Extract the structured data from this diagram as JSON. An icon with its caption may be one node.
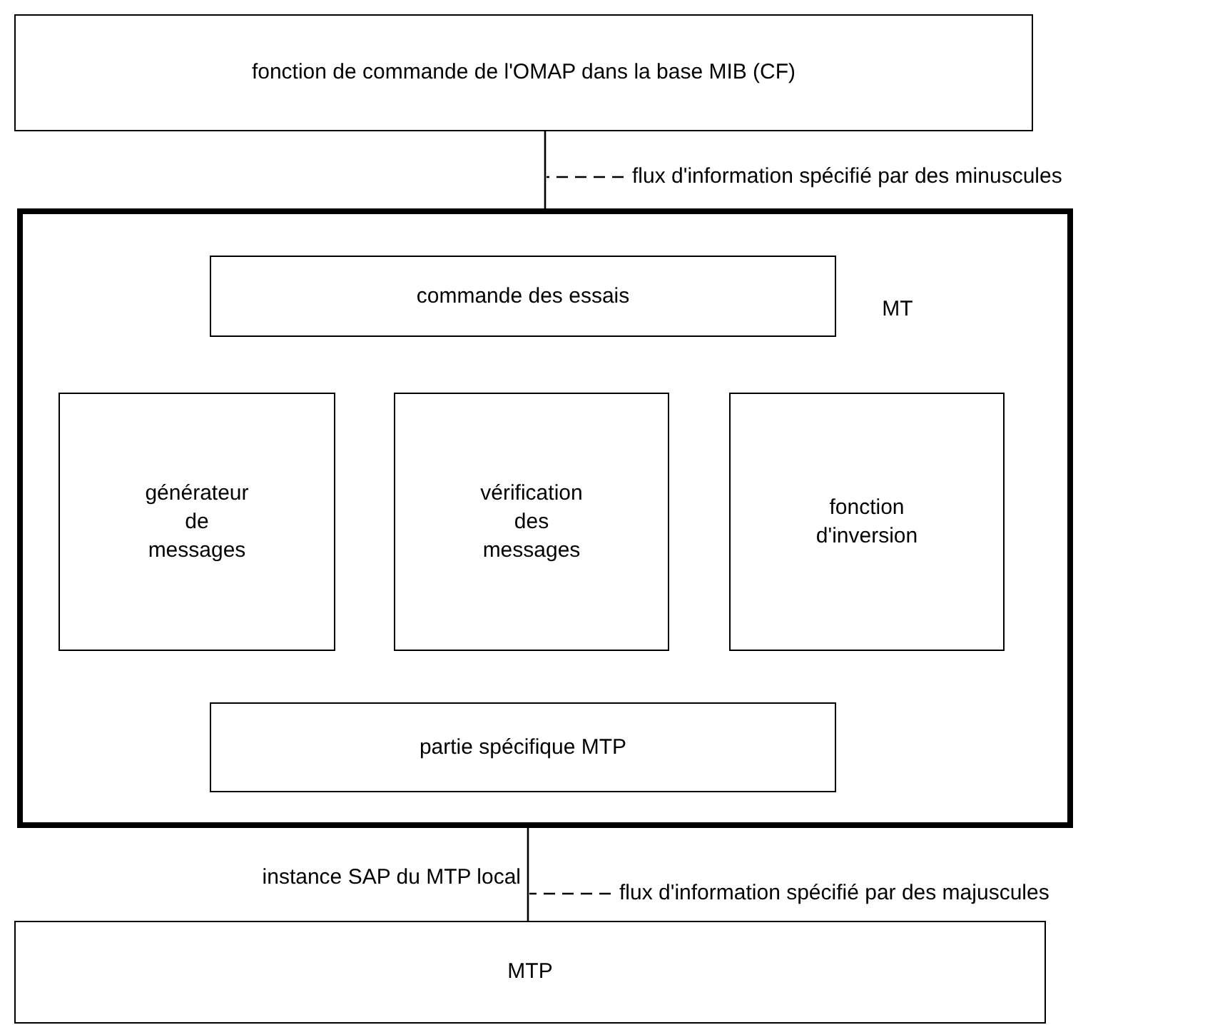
{
  "diagram": {
    "nodes": [
      {
        "text": [
          "fonction de commande de l'OMAP dans la base MIB (CF)"
        ]
      },
      {
        "text": [
          "MT"
        ]
      },
      {
        "text": [
          "commande des essais"
        ],
        "in": 1
      },
      {
        "text": [
          "générateur de messages"
        ],
        "in": 1
      },
      {
        "text": [
          "vérification des messages"
        ],
        "in": 1
      },
      {
        "text": [
          "fonction d'inversion"
        ],
        "in": 1
      },
      {
        "text": [
          "partie spécifique MTP"
        ],
        "in": 1
      },
      {
        "text": [
          "MTP"
        ]
      },
      {
        "text": [
          "flux d'information spécifié par des minuscules"
        ]
      },
      {
        "text": [
          "flux d'information spécifié par des majuscules"
        ]
      }
    ],
    "edges": [
      {
        "from": 0,
        "to": 1,
        "arrow": "none"
      },
      {
        "from": 1,
        "to": 7,
        "arrow": "none",
        "label": "instance SAP du MTP local"
      },
      {
        "from": 8,
        "to": null,
        "arrow": "none",
        "style": "dashed"
      },
      {
        "from": 9,
        "to": null,
        "arrow": "none",
        "style": "dashed"
      }
    ]
  }
}
